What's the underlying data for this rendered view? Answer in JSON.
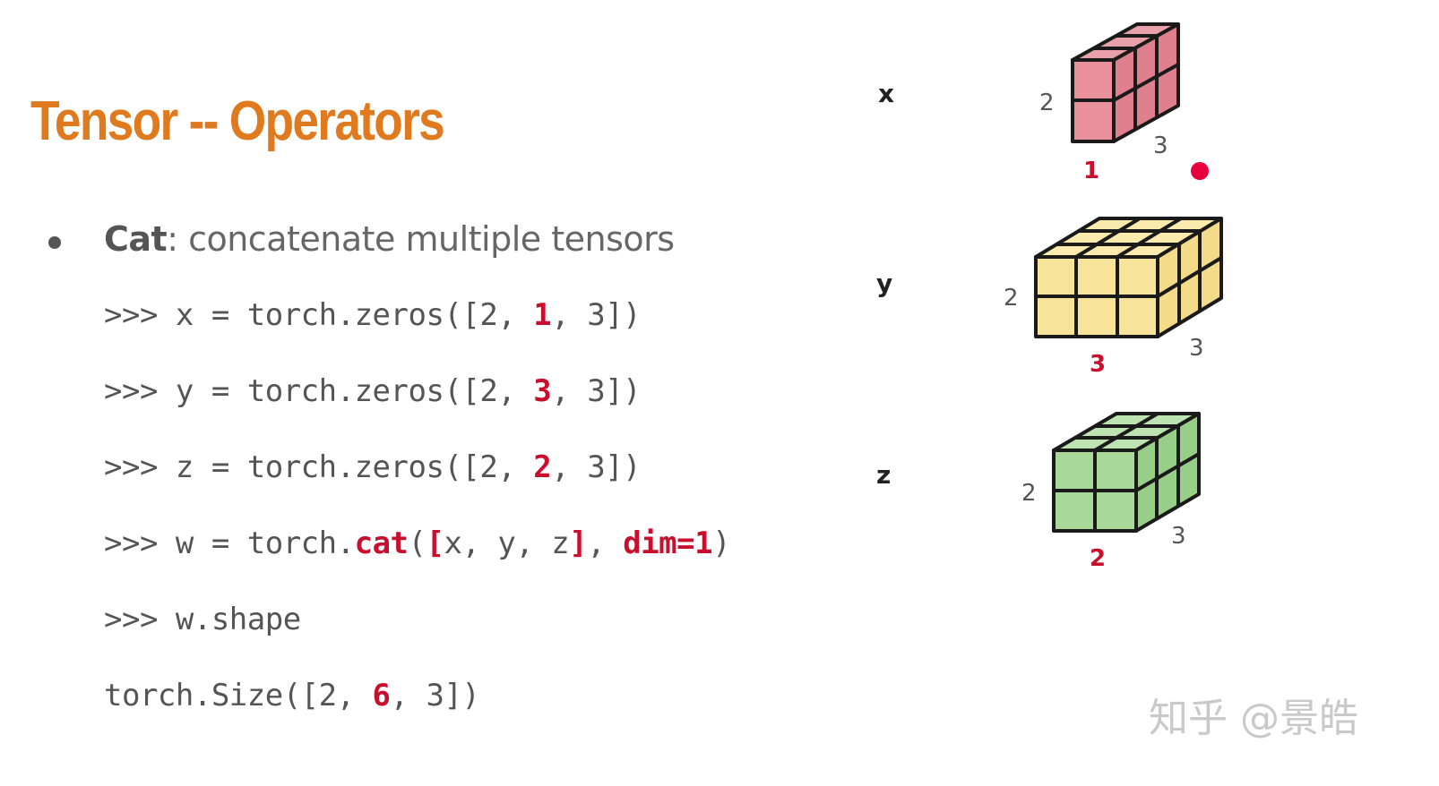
{
  "slide": {
    "title": "Tensor -- Operators",
    "bullet": {
      "term": "Cat",
      "description": ": concatenate multiple tensors"
    },
    "code_lines": [
      {
        "prompt": ">>> ",
        "pre": "x = torch.zeros([2, ",
        "highlight": "1",
        "post": ", 3])"
      },
      {
        "prompt": ">>> ",
        "pre": "y = torch.zeros([2, ",
        "highlight": "3",
        "post": ", 3])"
      },
      {
        "prompt": ">>> ",
        "pre": "z = torch.zeros([2, ",
        "highlight": "2",
        "post": ", 3])"
      },
      {
        "prompt": ">>> ",
        "pre": "w = torch.",
        "func": "cat",
        "open": "(",
        "lb": "[",
        "args": "x, y, z",
        "rb": "]",
        "sep": ", ",
        "kw": "dim=1",
        "close": ")"
      },
      {
        "prompt": ">>> ",
        "text": "w.shape"
      },
      {
        "pre": "torch.Size([2, ",
        "highlight": "6",
        "post": ", 3])"
      }
    ]
  },
  "diagram": {
    "tensors": [
      {
        "name": "x",
        "height_label": "2",
        "width_label": "1",
        "depth_label": "3",
        "color": "#e8909c"
      },
      {
        "name": "y",
        "height_label": "2",
        "width_label": "3",
        "depth_label": "3",
        "color": "#f8e39a"
      },
      {
        "name": "z",
        "height_label": "2",
        "width_label": "2",
        "depth_label": "3",
        "color": "#a8d89a"
      }
    ],
    "highlight_color": "#c8102e"
  },
  "watermark": "知乎 @景皓"
}
